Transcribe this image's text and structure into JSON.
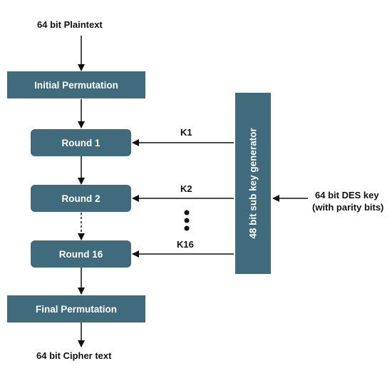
{
  "input_label": "64 bit Plaintext",
  "output_label": "64 bit Cipher text",
  "boxes": {
    "initial_permutation": "Initial Permutation",
    "round1": "Round 1",
    "round2": "Round 2",
    "round16": "Round 16",
    "final_permutation": "Final Permutation"
  },
  "key_generator": "48 bit sub key generator",
  "keys": {
    "k1": "K1",
    "k2": "K2",
    "k16": "K16"
  },
  "des_key": {
    "line1": "64 bit DES key",
    "line2": "(with parity bits)"
  },
  "colors": {
    "box_fill": "#3f6b7c",
    "box_text": "#ffffff",
    "line": "#111111"
  }
}
